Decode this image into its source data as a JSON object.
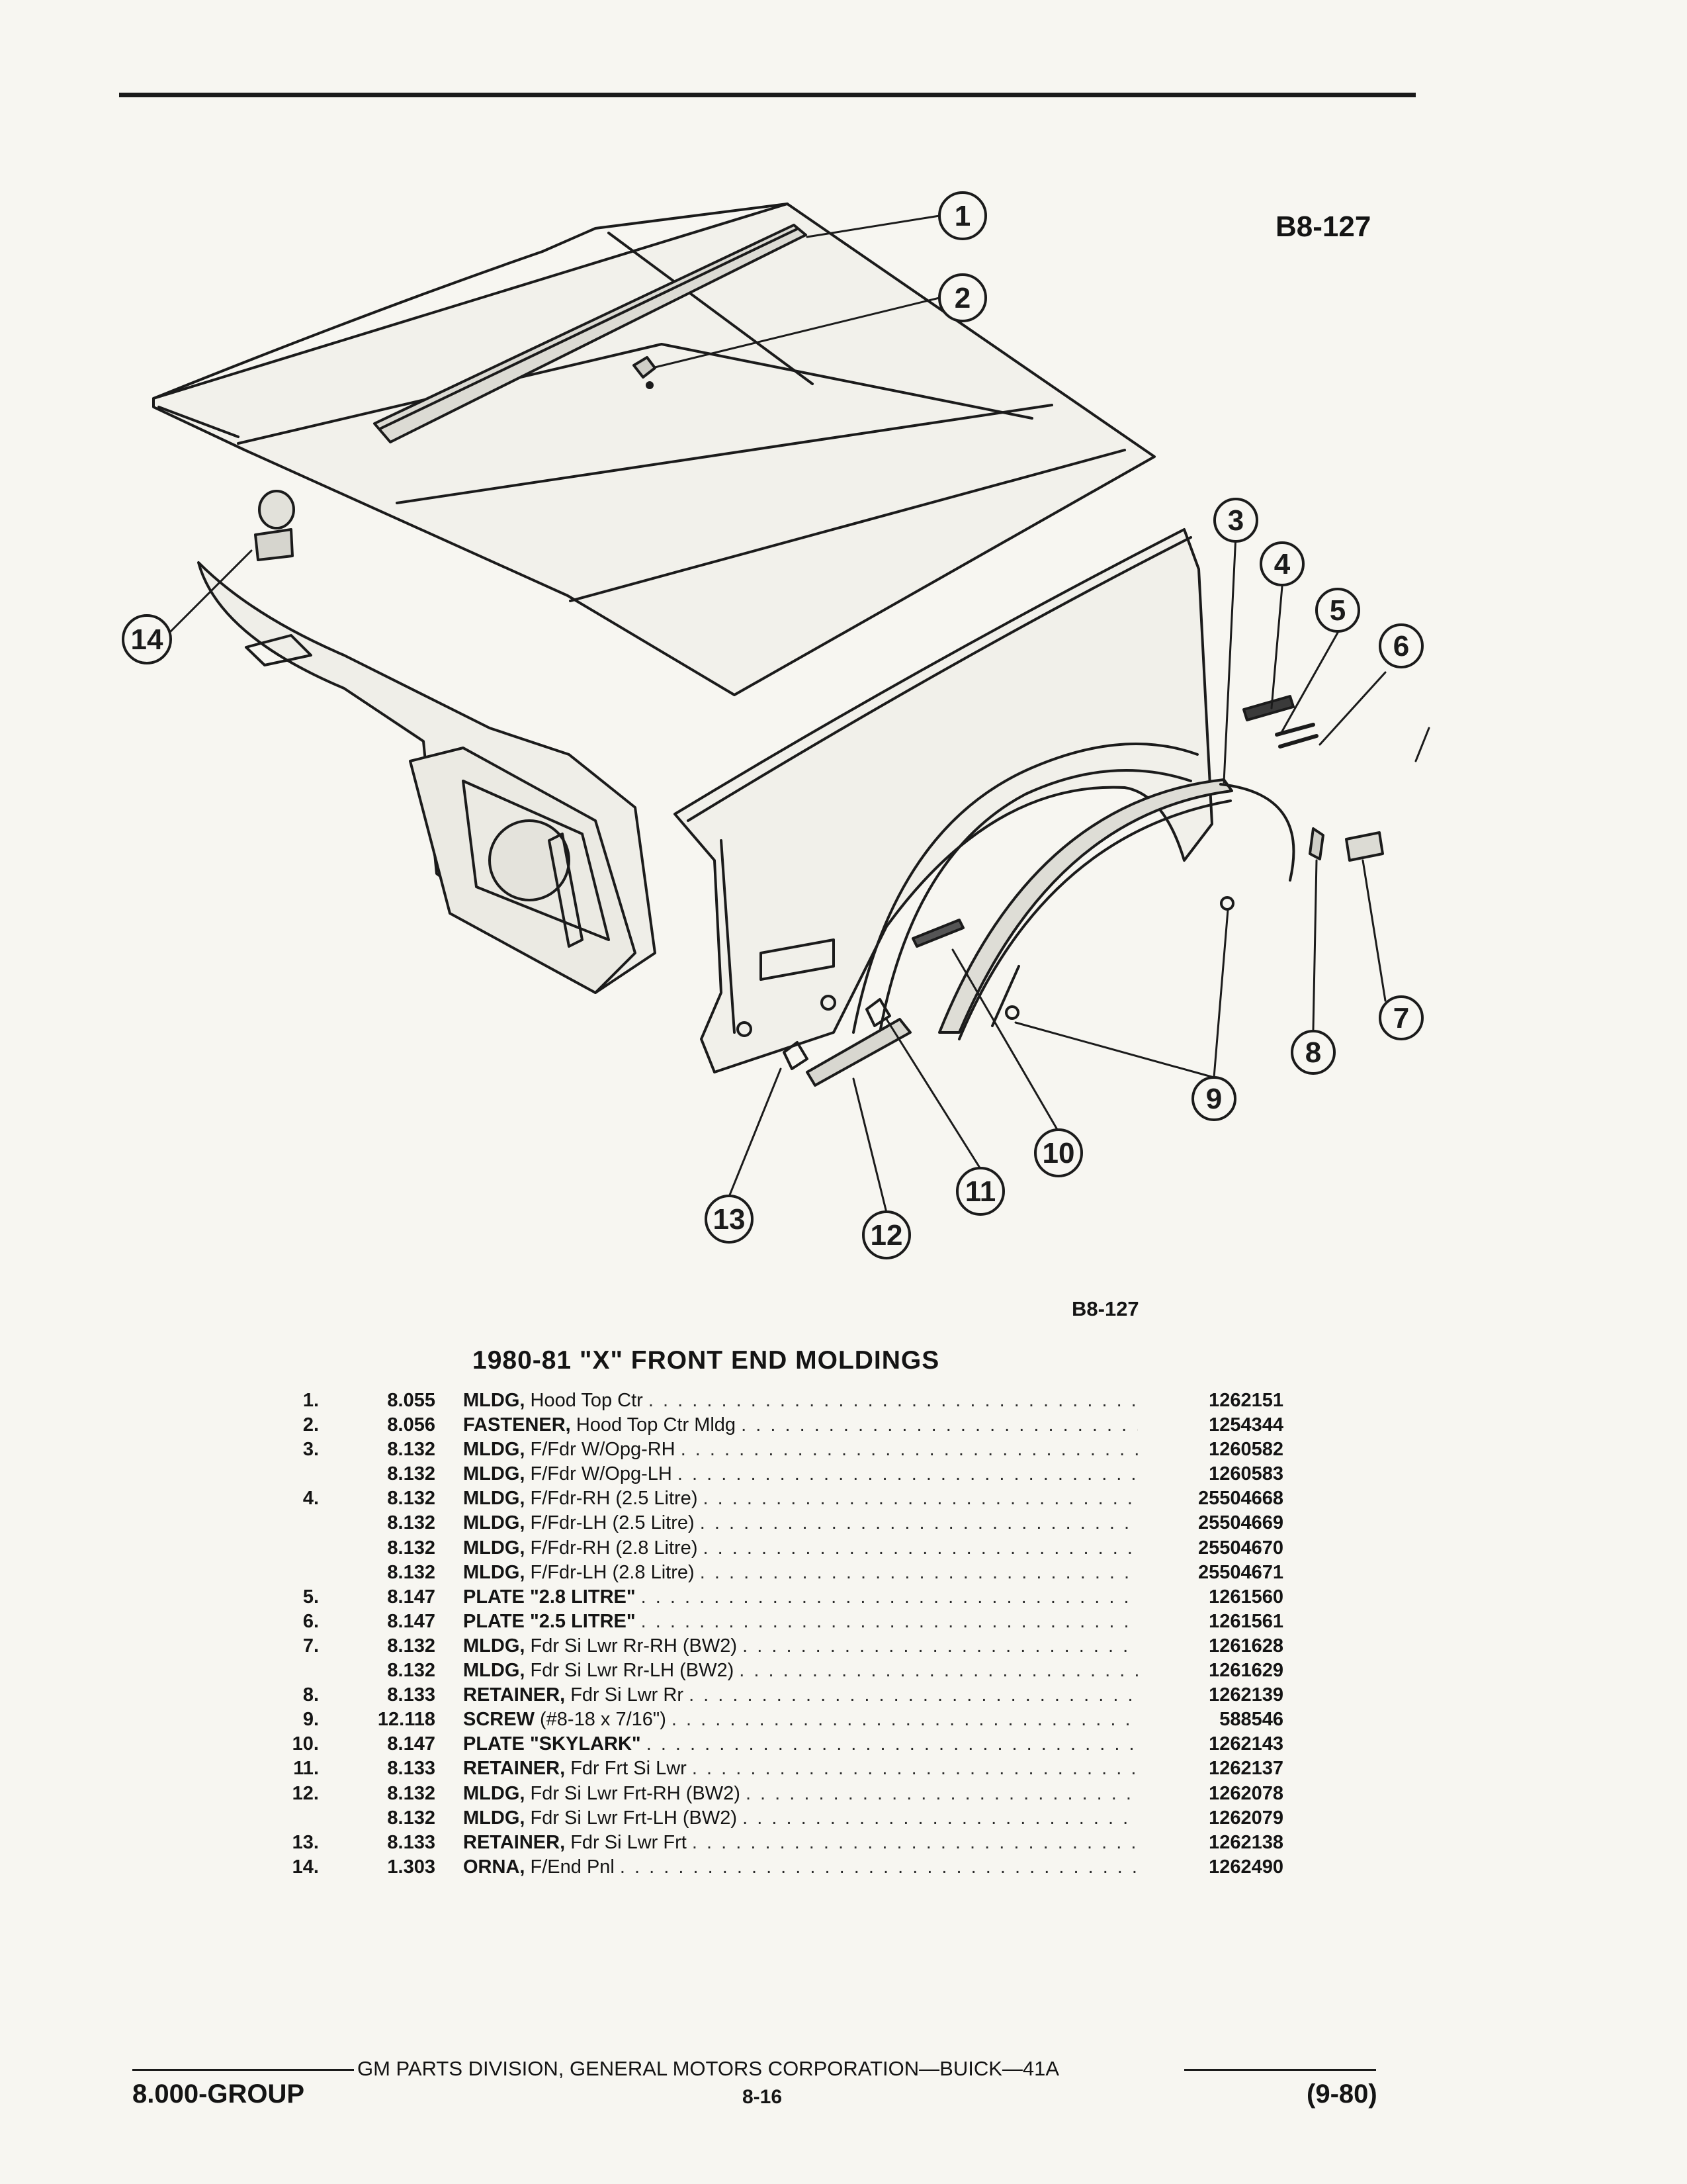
{
  "figure": {
    "code_top": "B8-127",
    "code_bottom": "B8-127"
  },
  "callouts": [
    "1",
    "2",
    "3",
    "4",
    "5",
    "6",
    "7",
    "8",
    "9",
    "10",
    "11",
    "12",
    "13",
    "14"
  ],
  "title": "1980-81 \"X\" FRONT END MOLDINGS",
  "parts": [
    {
      "item": "1.",
      "group": "8.055",
      "name": "MLDG,",
      "desc": "Hood Top Ctr",
      "part": "1262151"
    },
    {
      "item": "2.",
      "group": "8.056",
      "name": "FASTENER,",
      "desc": "Hood Top Ctr Mldg",
      "part": "1254344"
    },
    {
      "item": "3.",
      "group": "8.132",
      "name": "MLDG,",
      "desc": "F/Fdr W/Opg-RH",
      "part": "1260582"
    },
    {
      "item": "",
      "group": "8.132",
      "name": "MLDG,",
      "desc": "F/Fdr W/Opg-LH",
      "part": "1260583"
    },
    {
      "item": "4.",
      "group": "8.132",
      "name": "MLDG,",
      "desc": "F/Fdr-RH (2.5 Litre)",
      "part": "25504668"
    },
    {
      "item": "",
      "group": "8.132",
      "name": "MLDG,",
      "desc": "F/Fdr-LH (2.5 Litre)",
      "part": "25504669"
    },
    {
      "item": "",
      "group": "8.132",
      "name": "MLDG,",
      "desc": "F/Fdr-RH (2.8 Litre)",
      "part": "25504670"
    },
    {
      "item": "",
      "group": "8.132",
      "name": "MLDG,",
      "desc": "F/Fdr-LH (2.8 Litre)",
      "part": "25504671"
    },
    {
      "item": "5.",
      "group": "8.147",
      "name": "PLATE \"2.8 LITRE\"",
      "desc": "",
      "part": "1261560"
    },
    {
      "item": "6.",
      "group": "8.147",
      "name": "PLATE \"2.5 LITRE\"",
      "desc": "",
      "part": "1261561"
    },
    {
      "item": "7.",
      "group": "8.132",
      "name": "MLDG,",
      "desc": "Fdr Si Lwr Rr-RH (BW2)",
      "part": "1261628"
    },
    {
      "item": "",
      "group": "8.132",
      "name": "MLDG,",
      "desc": "Fdr Si Lwr Rr-LH (BW2)",
      "part": "1261629"
    },
    {
      "item": "8.",
      "group": "8.133",
      "name": "RETAINER,",
      "desc": "Fdr Si Lwr Rr",
      "part": "1262139"
    },
    {
      "item": "9.",
      "group": "12.118",
      "name": "SCREW",
      "desc": "(#8-18 x 7/16\")",
      "part": "588546"
    },
    {
      "item": "10.",
      "group": "8.147",
      "name": "PLATE \"SKYLARK\"",
      "desc": "",
      "part": "1262143"
    },
    {
      "item": "11.",
      "group": "8.133",
      "name": "RETAINER,",
      "desc": "Fdr Frt Si Lwr",
      "part": "1262137"
    },
    {
      "item": "12.",
      "group": "8.132",
      "name": "MLDG,",
      "desc": "Fdr Si Lwr Frt-RH (BW2)",
      "part": "1262078"
    },
    {
      "item": "",
      "group": "8.132",
      "name": "MLDG,",
      "desc": "Fdr Si Lwr Frt-LH (BW2)",
      "part": "1262079"
    },
    {
      "item": "13.",
      "group": "8.133",
      "name": "RETAINER,",
      "desc": "Fdr Si Lwr Frt",
      "part": "1262138"
    },
    {
      "item": "14.",
      "group": "1.303",
      "name": "ORNA,",
      "desc": "F/End Pnl",
      "part": "1262490"
    }
  ],
  "footer": {
    "text": "GM PARTS DIVISION, GENERAL MOTORS CORPORATION—BUICK—41A",
    "group": "8.000-GROUP",
    "page": "8-16",
    "date": "(9-80)"
  }
}
